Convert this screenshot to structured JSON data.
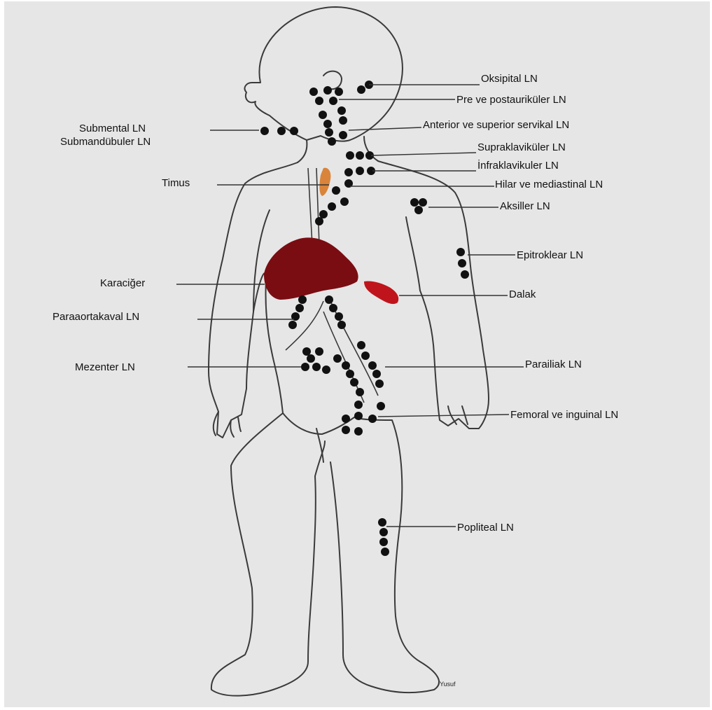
{
  "colors": {
    "background": "#e6e6e6",
    "outline": "#3a3a3a",
    "node": "#111111",
    "liver": "#7a0d12",
    "spleen": "#c0141c",
    "thymus": "#d9843a"
  },
  "labels": {
    "oksipital": "Oksipital LN",
    "preauricular": "Pre ve postauriküler LN",
    "submental": "Submental LN",
    "submandibular": "Submandübuler LN",
    "cervical": "Anterior ve superior servikal LN",
    "supraclavicular": "Supraklaviküler LN",
    "infraclavicular": "İnfraklavikuler LN",
    "timus": "Timus",
    "hilar": "Hilar ve mediastinal LN",
    "axillary": "Aksiller LN",
    "epitrochlear": "Epitroklear LN",
    "liver": "Karaciğer",
    "spleen": "Dalak",
    "paraaortic": "Paraaortakaval LN",
    "mesenteric": "Mezenter LN",
    "iliac": "Parailiak LN",
    "femoral": "Femoral ve inguinal LN",
    "popliteal": "Popliteal LN"
  },
  "signature": "Yusuf"
}
